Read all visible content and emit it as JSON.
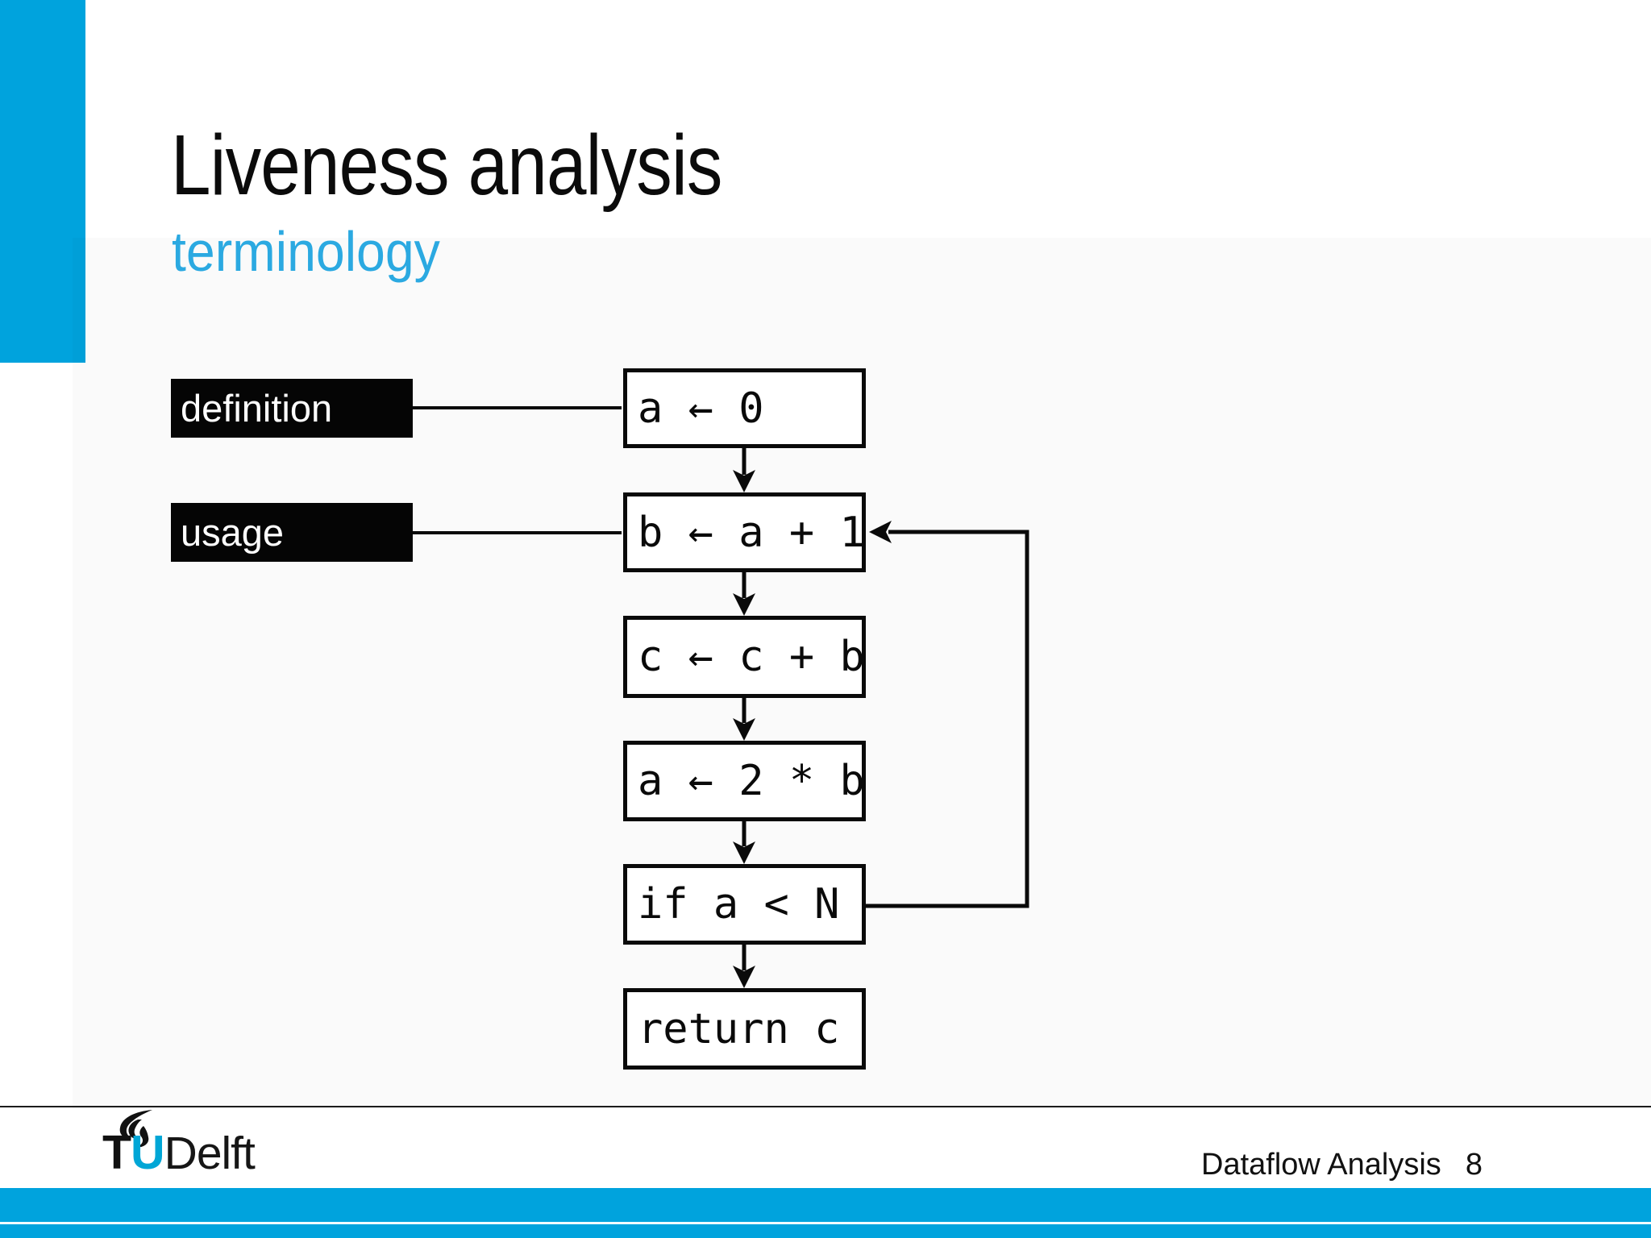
{
  "slide": {
    "title": "Liveness analysis",
    "subtitle": "terminology",
    "labels": {
      "definition": "definition",
      "usage": "usage"
    },
    "flowchart": {
      "nodes": [
        {
          "code": "a ← 0"
        },
        {
          "code": "b ← a + 1"
        },
        {
          "code": "c ← c + b"
        },
        {
          "code": "a ← 2 * b"
        },
        {
          "code": "if a < N"
        },
        {
          "code": "return c"
        }
      ],
      "edges": [
        {
          "from": "a ← 0",
          "to": "b ← a + 1"
        },
        {
          "from": "b ← a + 1",
          "to": "c ← c + b"
        },
        {
          "from": "c ← c + b",
          "to": "a ← 2 * b"
        },
        {
          "from": "a ← 2 * b",
          "to": "if a < N"
        },
        {
          "from": "if a < N",
          "to": "return c"
        },
        {
          "from": "if a < N",
          "to": "b ← a + 1",
          "kind": "loop-back"
        }
      ],
      "label_links": [
        {
          "label": "definition",
          "node": "a ← 0"
        },
        {
          "label": "usage",
          "node": "b ← a + 1"
        }
      ]
    },
    "footer": {
      "logo_t": "T",
      "logo_u": "U",
      "logo_delft": "Delft",
      "course": "Dataflow Analysis",
      "page": "8"
    },
    "colors": {
      "accent": "#00A3DD",
      "subtitle": "#2BA9E1",
      "logo_u": "#00A6D6",
      "label_bg": "#050505",
      "ink": "#0a0a0a"
    },
    "icons": {
      "flame": "flame-icon"
    }
  }
}
